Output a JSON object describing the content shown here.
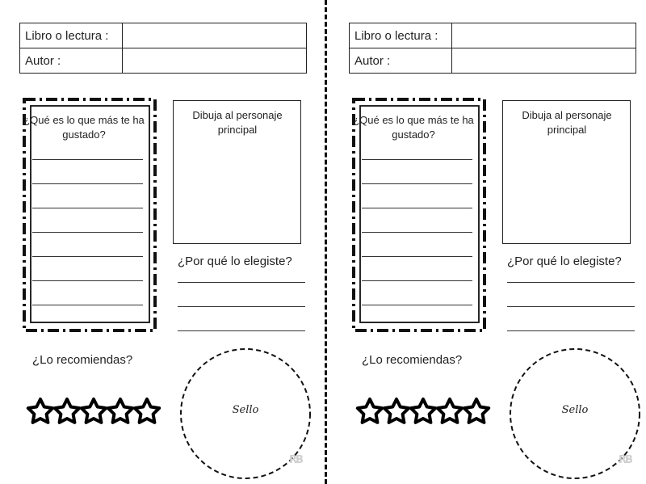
{
  "cards": [
    {
      "libro_label": "Libro o lectura :",
      "autor_label": "Autor :",
      "fav_question": "¿Qué es lo que más te ha gustado?",
      "draw_label": "Dibuja al personaje principal",
      "why_question": "¿Por qué lo elegiste?",
      "recommend_question": "¿Lo recomiendas?",
      "stamp_label": "Sello",
      "rating_stars": 5,
      "logo": "RB"
    },
    {
      "libro_label": "Libro o lectura :",
      "autor_label": "Autor :",
      "fav_question": "¿Qué es lo que más te ha gustado?",
      "draw_label": "Dibuja al personaje principal",
      "why_question": "¿Por qué lo elegiste?",
      "recommend_question": "¿Lo recomiendas?",
      "stamp_label": "Sello",
      "rating_stars": 5,
      "logo": "RB"
    }
  ],
  "icons": [
    "star-icon",
    "stamp-circle-icon",
    "logo-icon"
  ]
}
